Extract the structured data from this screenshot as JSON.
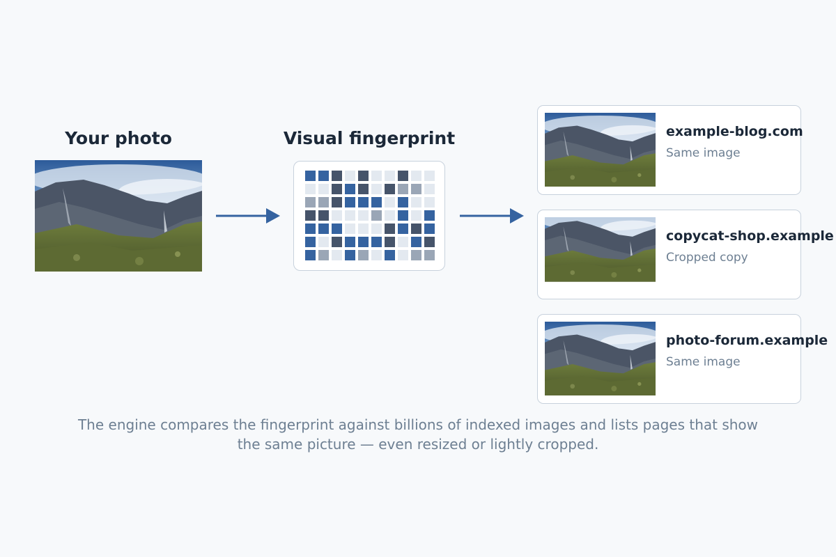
{
  "source": {
    "heading": "Your photo"
  },
  "fingerprint": {
    "heading": "Visual fingerprint",
    "palette": [
      "#e3e9f0",
      "#9aa6b6",
      "#46546a",
      "#3563a0"
    ],
    "grid": [
      [
        3,
        3,
        2,
        0,
        2,
        0,
        0,
        2,
        0,
        0
      ],
      [
        0,
        0,
        2,
        3,
        2,
        0,
        2,
        1,
        1,
        0
      ],
      [
        1,
        1,
        2,
        3,
        3,
        3,
        0,
        3,
        0,
        0
      ],
      [
        2,
        2,
        0,
        0,
        0,
        1,
        0,
        3,
        0,
        3
      ],
      [
        3,
        3,
        3,
        0,
        0,
        0,
        2,
        3,
        2,
        3
      ],
      [
        3,
        0,
        2,
        3,
        3,
        3,
        2,
        0,
        3,
        2
      ],
      [
        3,
        1,
        0,
        3,
        1,
        0,
        3,
        0,
        1,
        1
      ]
    ]
  },
  "matches": [
    {
      "site": "example-blog.com",
      "kind": "Same image"
    },
    {
      "site": "copycat-shop.example",
      "kind": "Cropped copy"
    },
    {
      "site": "photo-forum.example",
      "kind": "Same image"
    }
  ],
  "caption": "The engine compares the fingerprint against billions of indexed images and lists pages that show the same picture — even resized or lightly cropped.",
  "colors": {
    "accent": "#3563a0",
    "border": "#c7d1dc",
    "muted": "#6d7f92"
  },
  "icons": [
    "arrow-right-icon"
  ]
}
